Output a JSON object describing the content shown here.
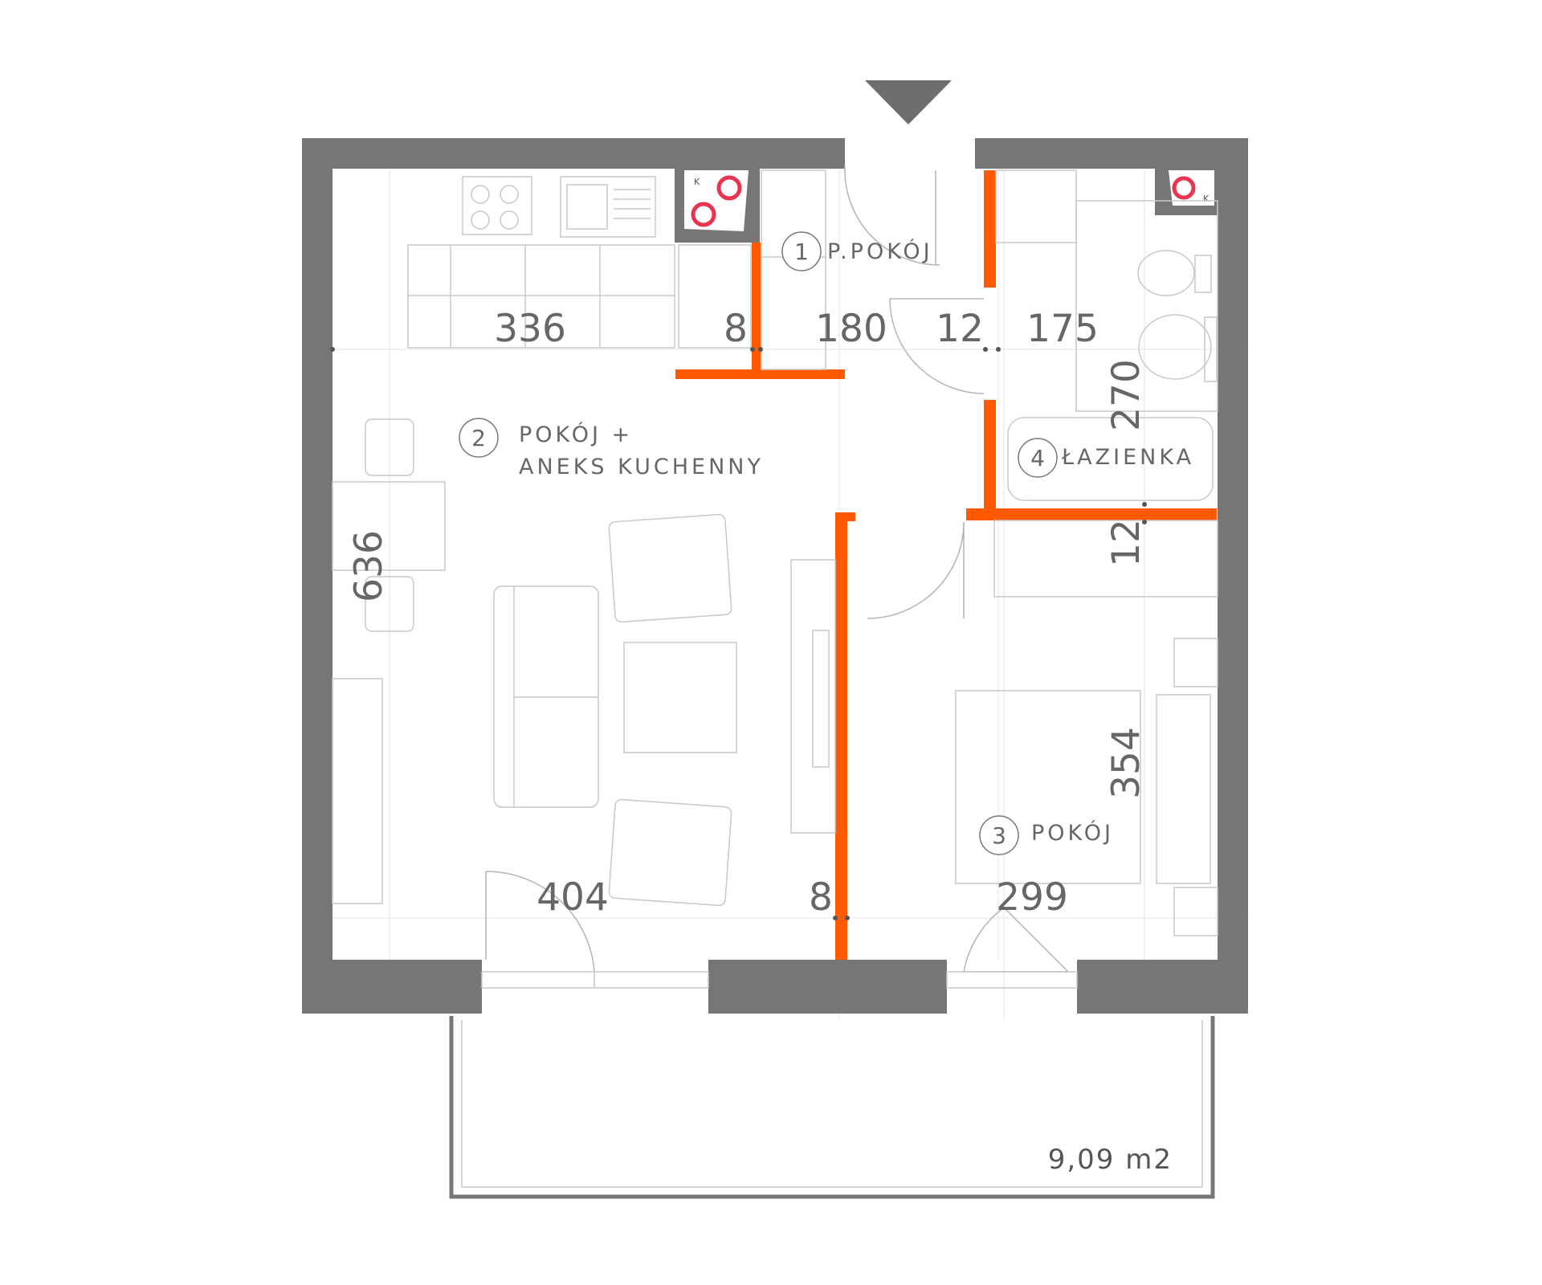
{
  "rooms": [
    {
      "number": "1",
      "name": "P.POKÓJ"
    },
    {
      "number": "2",
      "name_line1": "POKÓJ +",
      "name_line2": "ANEKS KUCHENNY"
    },
    {
      "number": "3",
      "name": "POKÓJ"
    },
    {
      "number": "4",
      "name": "ŁAZIENKA"
    }
  ],
  "dimensions": {
    "kitchen_width": "336",
    "partition_a": "8",
    "hall_width": "180",
    "bath_wall": "12",
    "bath_width": "175",
    "bath_depth": "270",
    "bath_bottom_wall": "12",
    "living_depth": "636",
    "bedroom_depth": "354",
    "living_width": "404",
    "partition_b": "8",
    "bedroom_width": "299"
  },
  "balcony": {
    "area": "9,09 m2"
  },
  "vent_mark": "K",
  "colors": {
    "wall": "#767676",
    "partition": "#ff5a00",
    "vent": "#e8344e",
    "text": "#666666"
  }
}
